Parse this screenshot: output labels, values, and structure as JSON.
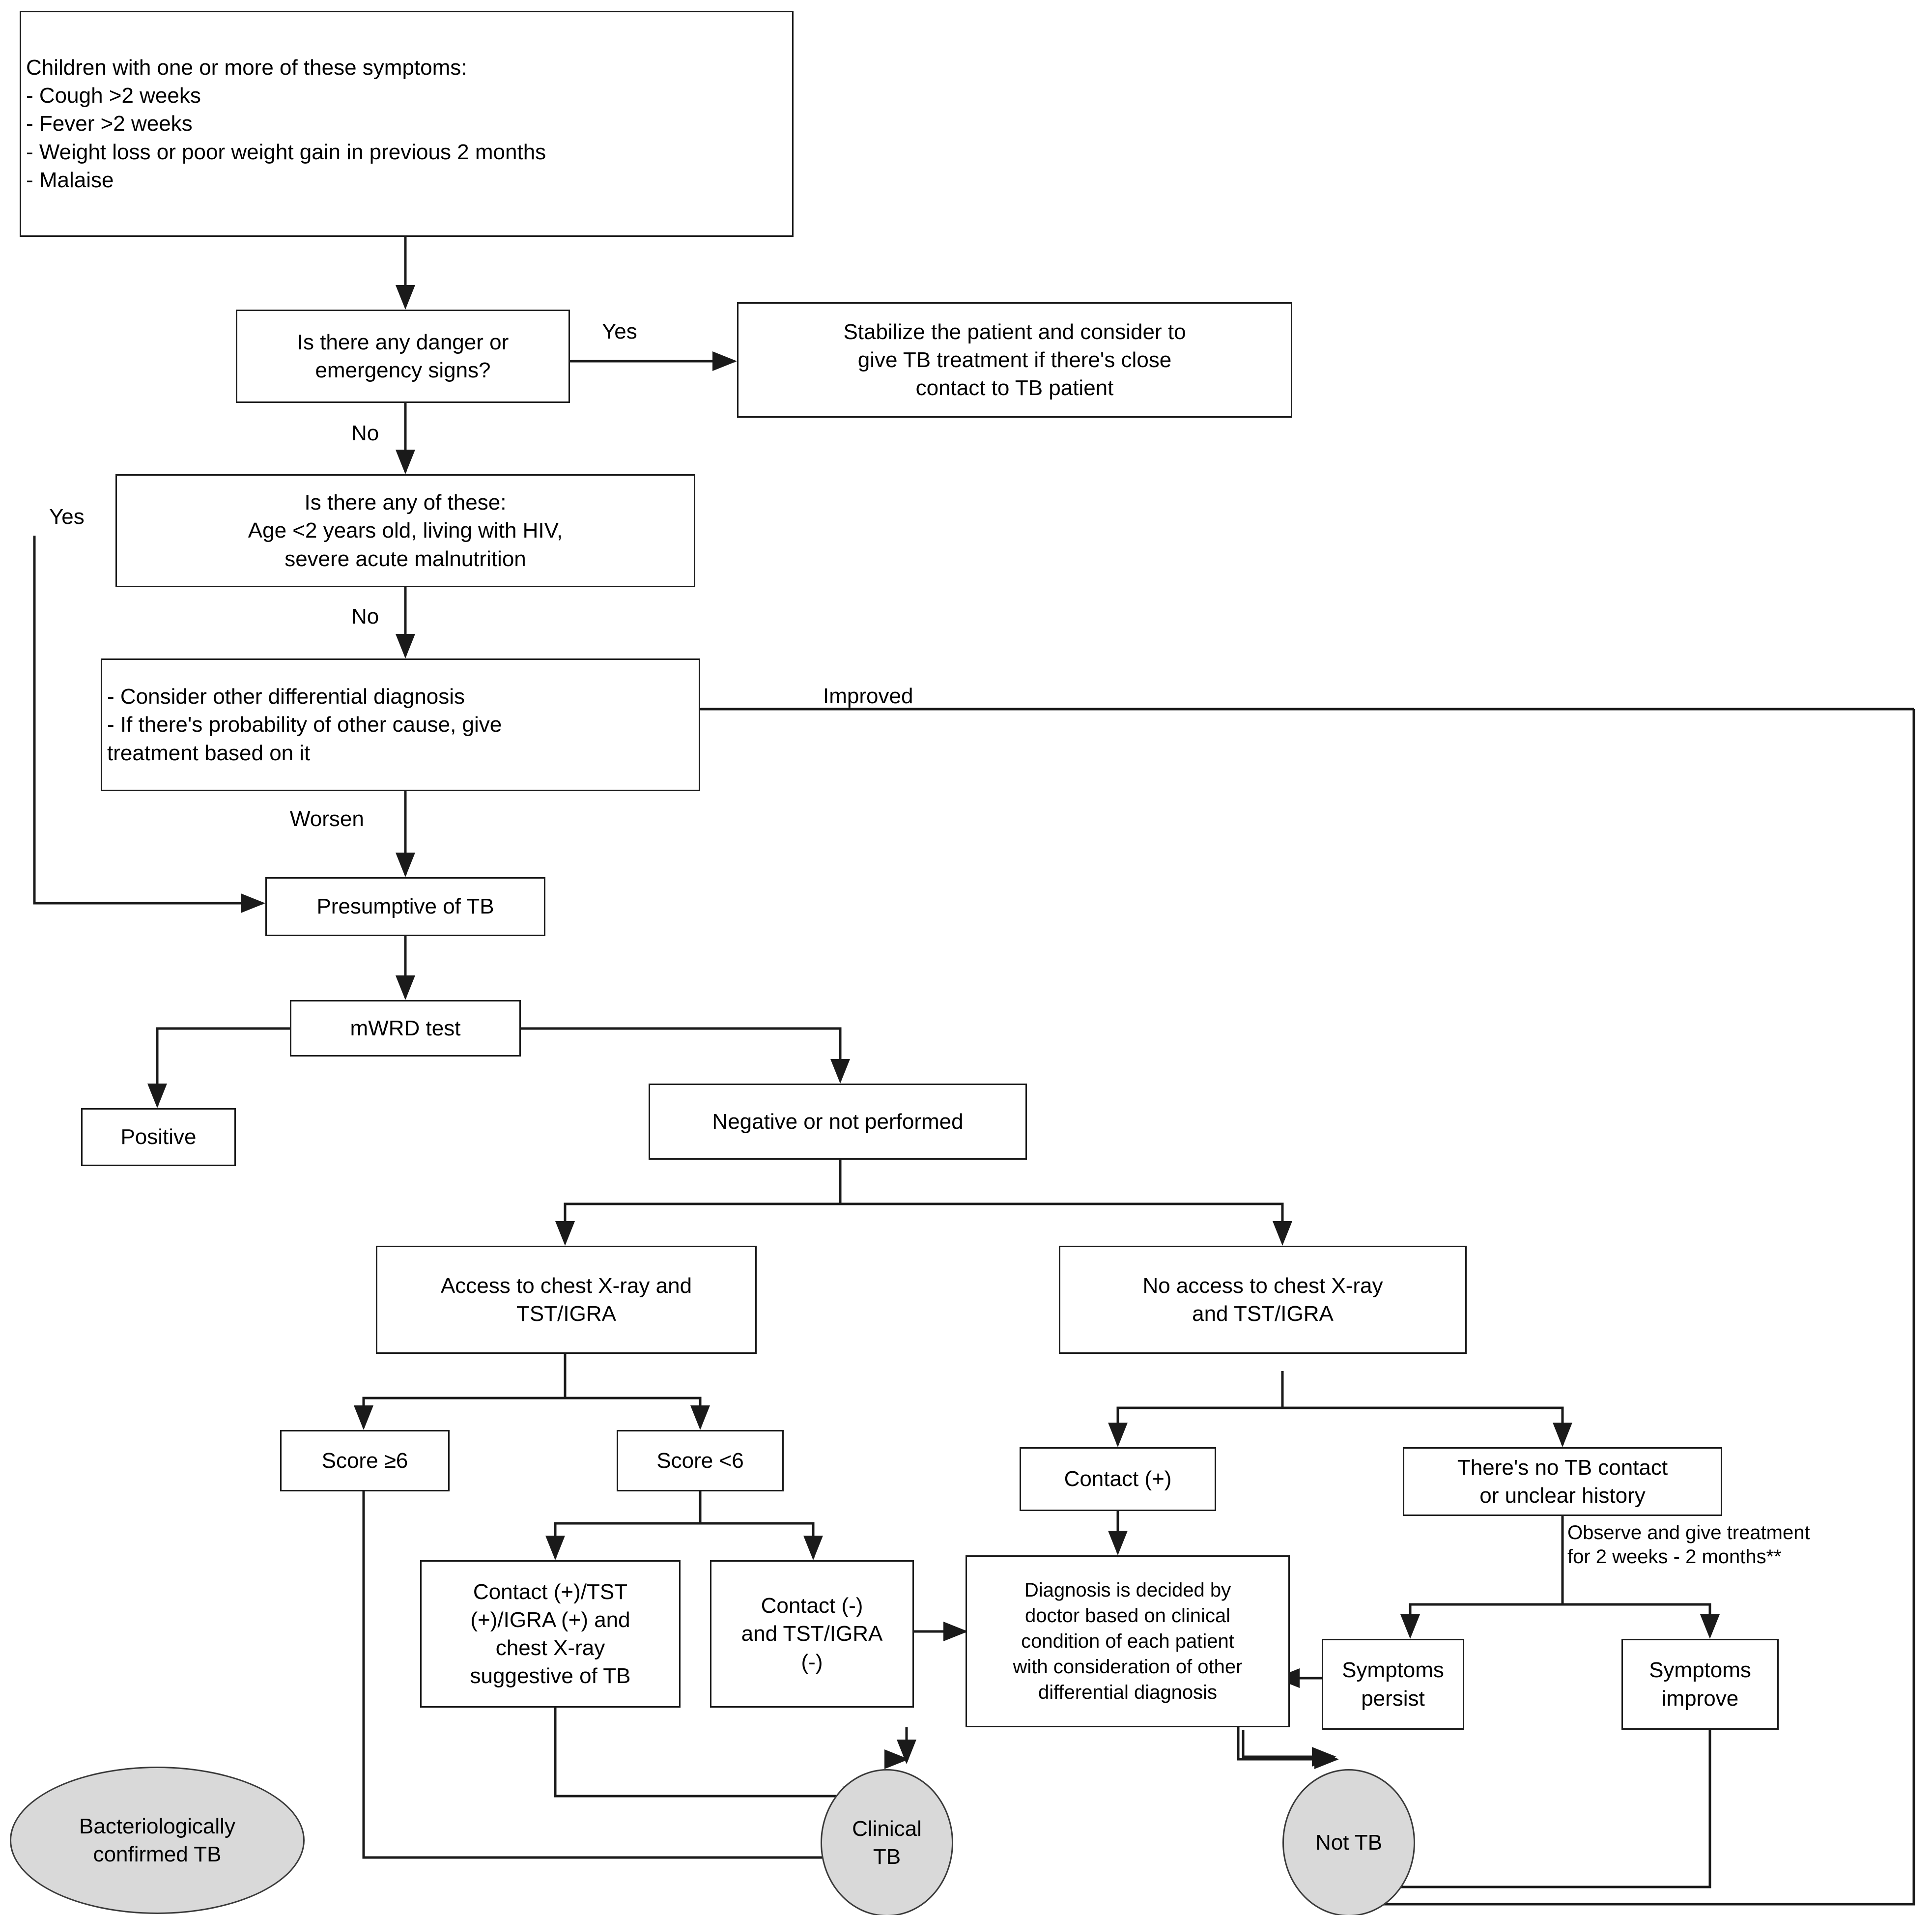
{
  "diagram": {
    "title": "TB diagnostic algorithm for children",
    "accent_fill": "#d9d9d9",
    "stroke": "#1a1a1a",
    "nodes": {
      "symptoms": "Children with one or more of these symptoms:\n- Cough >2 weeks\n- Fever >2 weeks\n- Weight loss or poor weight gain in previous 2 months\n- Malaise",
      "danger_signs": "Is there any danger or\nemergency signs?",
      "stabilize": "Stabilize the patient and consider to\ngive TB treatment if there's close\ncontact to TB patient",
      "risk_factors": "Is there any of these:\nAge <2 years old, living with HIV,\nsevere acute malnutrition",
      "differential": "- Consider other differential diagnosis\n- If there's probability of other cause, give\ntreatment based on it",
      "presumptive": "Presumptive of TB",
      "mwrd": "mWRD test",
      "positive": "Positive",
      "negative": "Negative or not performed",
      "access_cxr": "Access to chest X-ray and\nTST/IGRA",
      "no_access_cxr": "No access to chest X-ray\nand TST/IGRA",
      "score_ge6": "Score ≥6",
      "score_lt6": "Score <6",
      "contact_pos_tst": "Contact (+)/TST\n(+)/IGRA (+) and\nchest X-ray\nsuggestive of TB",
      "contact_neg_tst": "Contact (-)\nand TST/IGRA\n(-)",
      "contact_plus": "Contact (+)",
      "no_tb_contact": "There's no TB contact\nor unclear history",
      "doctor_decision": "Diagnosis is decided by\ndoctor based on clinical\ncondition of each patient\nwith consideration of other\ndifferential diagnosis",
      "symptoms_persist": "Symptoms\npersist",
      "symptoms_improve": "Symptoms\nimprove",
      "bact_confirmed": "Bacteriologically\nconfirmed TB",
      "clinical_tb": "Clinical\nTB",
      "not_tb": "Not TB"
    },
    "edge_labels": {
      "yes_danger": "Yes",
      "no_danger": "No",
      "yes_risk": "Yes",
      "no_risk": "No",
      "improved": "Improved",
      "worsen": "Worsen",
      "observe": "Observe and give treatment\nfor 2 weeks - 2 months**"
    }
  }
}
